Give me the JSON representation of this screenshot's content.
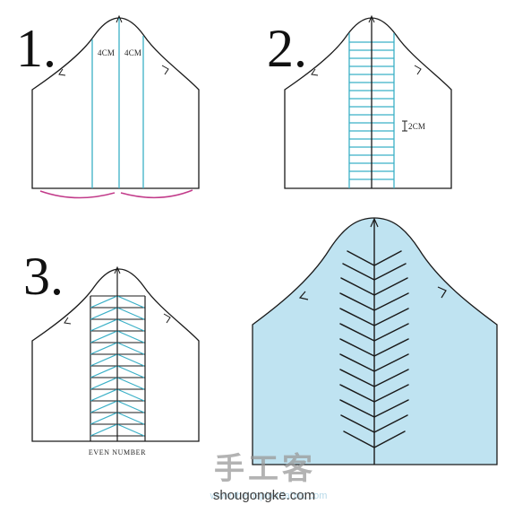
{
  "steps": {
    "one": {
      "number": "1.",
      "measure_left": "4CM",
      "measure_right": "4CM"
    },
    "two": {
      "number": "2.",
      "measure": "2CM"
    },
    "three": {
      "number": "3.",
      "caption": "EVEN NUMBER"
    }
  },
  "watermark": {
    "chinese": "手工客",
    "url": "shougongke.com",
    "faint_url": "www.theinspiredfabric.com"
  },
  "colors": {
    "guide_line": "#3bb0c7",
    "curve_mark": "#c23b8a",
    "final_fill": "#bfe3f1",
    "outline": "#1a1a1a"
  }
}
